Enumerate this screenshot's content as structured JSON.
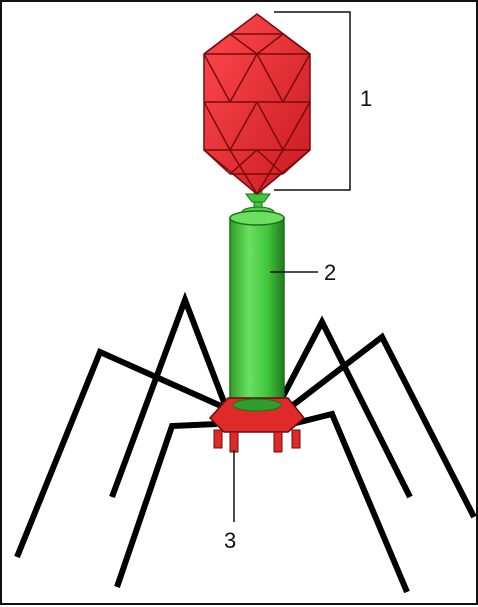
{
  "diagram": {
    "colors": {
      "head": "#e8282e",
      "head_edge": "#7a0a0c",
      "tail": "#3fc63a",
      "tail_edge": "#1f6e1c",
      "baseplate": "#e02a2a",
      "fibers": "#000000",
      "callout": "#111111"
    },
    "labels": {
      "head": "1",
      "sheath": "2",
      "baseplate": "3"
    }
  }
}
